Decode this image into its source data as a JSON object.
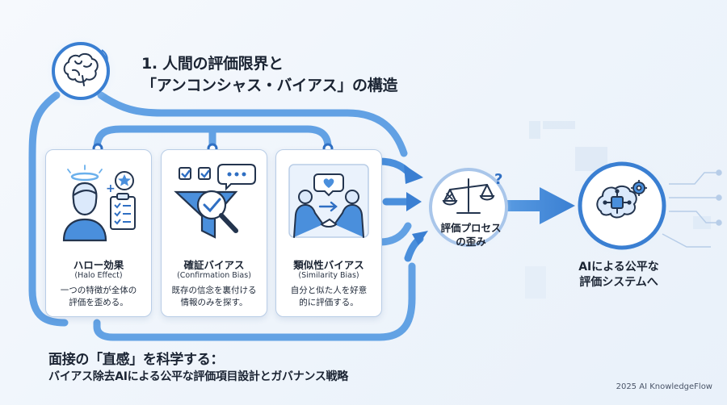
{
  "title": {
    "line1": "1. 人間の評価限界と",
    "line2": "「アンコンシャス・バイアス」の構造"
  },
  "cards": [
    {
      "name": "ハロー効果",
      "sub": "(Halo Effect)",
      "desc1": "一つの特徴が全体の",
      "desc2": "評価を歪める。"
    },
    {
      "name": "確証バイアス",
      "sub": "(Confirmation Bias)",
      "desc1": "既存の信念を裏付ける",
      "desc2": "情報のみを探す。"
    },
    {
      "name": "類似性バイアス",
      "sub": "(Similarity Bias)",
      "desc1": "自分と似た人を好意",
      "desc2": "的に評価する。"
    }
  ],
  "process": {
    "line1": "評価プロセス",
    "line2": "の歪み"
  },
  "ai_target": {
    "line1": "AIによる公平な",
    "line2": "評価システムへ"
  },
  "headline": {
    "main": "面接の「直感」を科学する：",
    "sub": "バイアス除去AIによる公平な評価項目設計とガバナンス戦略"
  },
  "credit": "2025 AI KnowledgeFlow",
  "colors": {
    "flow_blue": "#4a8fdc",
    "flow_dark": "#2f6fc3",
    "card_border": "#b9cde6",
    "icon_outline": "#23344e"
  },
  "icons": [
    "brain-icon",
    "halo-person-icon",
    "star-icon",
    "checklist-icon",
    "checkbox-icon",
    "funnel-magnifier-icon",
    "speech-bubble-icon",
    "handshake-icon",
    "heart-icon",
    "balance-scale-icon",
    "question-mark-icon",
    "ai-brain-icon",
    "gear-icon"
  ]
}
